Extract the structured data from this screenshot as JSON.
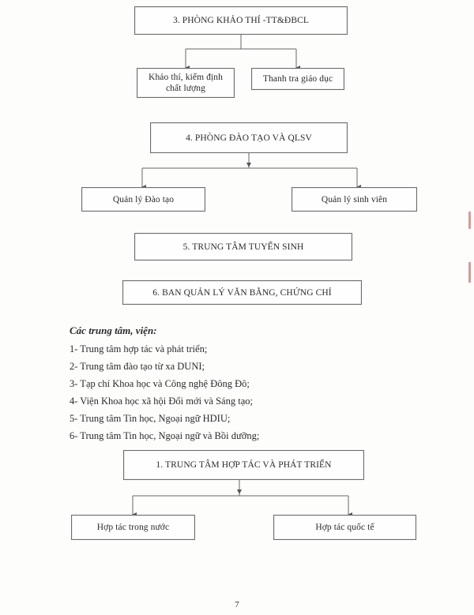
{
  "diagrams": [
    {
      "head": "3. PHÒNG KHẢO THÍ -TT&ĐBCL",
      "children": [
        "Khảo thí, kiểm định chất lượng",
        "Thanh tra giáo dục"
      ]
    },
    {
      "head": "4. PHÒNG ĐÀO TẠO VÀ QLSV",
      "children": [
        "Quản lý Đào tạo",
        "Quản lý sinh viên"
      ]
    },
    {
      "head": "5. TRUNG TÂM TUYỂN SINH",
      "children": []
    },
    {
      "head": "6. BAN QUẢN LÝ VĂN BẰNG, CHỨNG CHỈ",
      "children": []
    },
    {
      "head": "1. TRUNG TÂM HỢP TÁC VÀ PHÁT TRIỂN",
      "children": [
        "Hợp tác trong nước",
        "Hợp tác quốc tế"
      ]
    }
  ],
  "centers": {
    "title": "Các trung tâm, viện:",
    "items": [
      "1- Trung tâm hợp tác và phát triển;",
      "2- Trung tâm đào tạo từ xa DUNI;",
      "3- Tạp chí Khoa học và Công nghệ Đông Đô;",
      "4- Viện Khoa học xã hội Đổi mới và Sáng tạo;",
      "5- Trung tâm Tin học, Ngoại ngữ HDIU;",
      "6- Trung tâm Tin học, Ngoại ngữ và Bồi dưỡng;"
    ]
  },
  "page_number": "7"
}
